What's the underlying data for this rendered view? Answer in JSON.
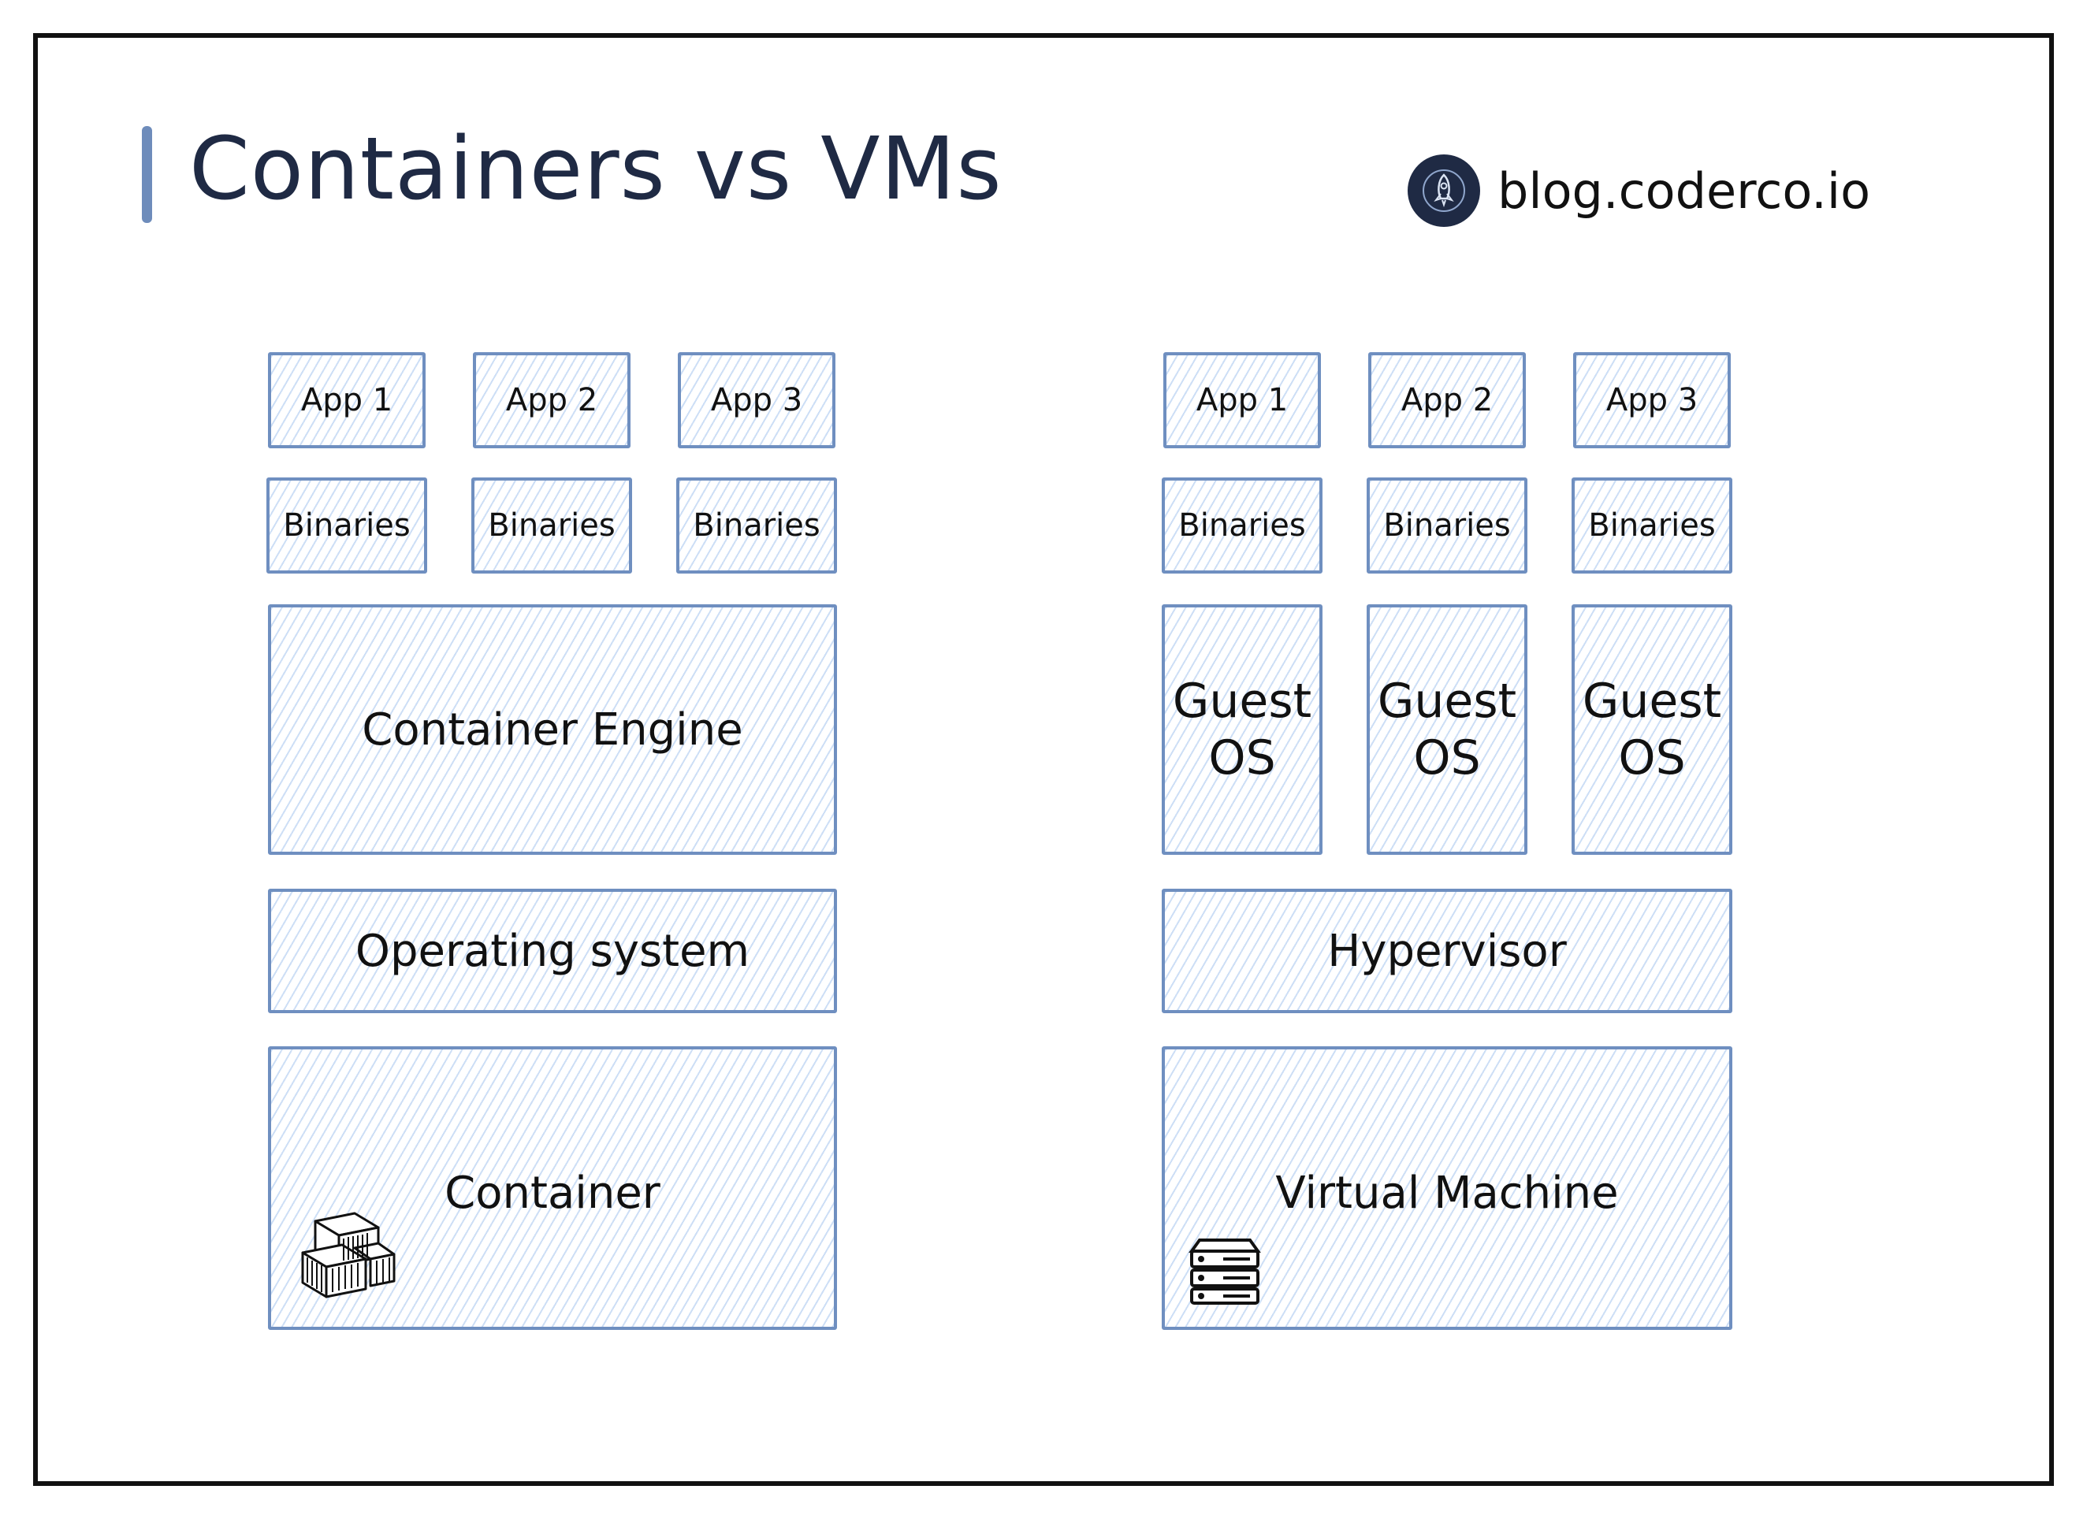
{
  "title": "Containers vs VMs",
  "brand": {
    "text": "blog.coderco.io",
    "icon": "rocket-icon"
  },
  "colors": {
    "box_border": "#6f8fc0",
    "hatch": "#a4c4ee",
    "title": "#1f2a44"
  },
  "containers": {
    "apps": [
      "App 1",
      "App 2",
      "App 3"
    ],
    "binaries": [
      "Binaries",
      "Binaries",
      "Binaries"
    ],
    "engine": "Container Engine",
    "os": "Operating system",
    "base": "Container",
    "base_icon": "shipping-containers-icon"
  },
  "vms": {
    "apps": [
      "App 1",
      "App 2",
      "App 3"
    ],
    "binaries": [
      "Binaries",
      "Binaries",
      "Binaries"
    ],
    "guest_os": [
      "Guest OS",
      "Guest OS",
      "Guest OS"
    ],
    "hypervisor": "Hypervisor",
    "base": "Virtual Machine",
    "base_icon": "server-rack-icon"
  }
}
